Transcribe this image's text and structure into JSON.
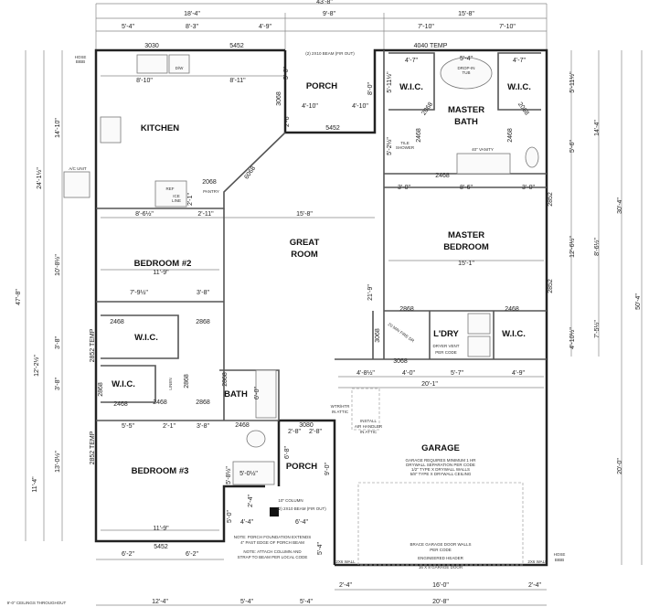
{
  "rooms": [
    "KITCHEN",
    "PORCH",
    "MASTER",
    "BATH",
    "GREAT",
    "ROOM",
    "MASTER",
    "BEDROOM",
    "BEDROOM #2",
    "W.I.C.",
    "W.I.C.",
    "W.I.C.",
    "W.I.C.",
    "BATH",
    "L'DRY",
    "W.I.C.",
    "BEDROOM #3",
    "PORCH",
    "GARAGE"
  ],
  "dimensions": [
    "43'-8\"",
    "18'-4\"",
    "9'-8\"",
    "15'-8\"",
    "5'-4\"",
    "8'-3\"",
    "4'-9\"",
    "7'-10\"",
    "7'-10\"",
    "8'-10\"",
    "8'-11\"",
    "5'-6\"",
    "4'-10\"",
    "4'-10\"",
    "8'-0\"",
    "2'-6\"",
    "4'-7\"",
    "5'-4\"",
    "4'-7\"",
    "5'-11½\"",
    "5'-2½\"",
    "3'-0\"",
    "8'-6\"",
    "3'-0\"",
    "8'-6½\"",
    "2'-11\"",
    "15'-8\"",
    "2'-1\"",
    "21'-9\"",
    "15'-1\"",
    "11'-9\"",
    "7'-9½\"",
    "3'-8\"",
    "4'-8½\"",
    "4'-0\"",
    "5'-7\"",
    "4'-9\"",
    "20'-1\"",
    "5'-5\"",
    "2'-1\"",
    "3'-8\"",
    "6'-0\"",
    "2'-8\"",
    "2'-8\"",
    "6'-8\"",
    "9'-0\"",
    "5'-8½\"",
    "5'-0½\"",
    "2'-4\"",
    "5'-0\"",
    "4'-4\"",
    "6'-4\"",
    "5'-4\"",
    "11'-9\"",
    "6'-2\"",
    "6'-2\"",
    "12'-4\"",
    "5'-4\"",
    "5'-4\"",
    "2'-4\"",
    "16'-0\"",
    "2'-4\"",
    "20'-8\"",
    "14'-10\"",
    "24'-1½\"",
    "47'-8\"",
    "10'-8½\"",
    "3'-8\"",
    "3'-8\"",
    "12'-2½\"",
    "13'-0½\"",
    "11'-4\"",
    "5'-11½\"",
    "14'-4\"",
    "5'-6\"",
    "30'-4\"",
    "12'-6½\"",
    "8'-6½\"",
    "4'-10½\"",
    "7'-5½\"",
    "50'-4\"",
    "20'-0\""
  ],
  "doors": [
    "3030",
    "5452",
    "4040 TEMP",
    "3068",
    "5452",
    "6068",
    "2068",
    "2068",
    "2068",
    "2468",
    "2468",
    "2468",
    "2852",
    "2852",
    "2852 TEMP",
    "2468",
    "2868",
    "2868",
    "2868",
    "2468",
    "3068",
    "3068",
    "2468",
    "2868",
    "2468",
    "2868",
    "2868",
    "2468",
    "3080",
    "5452",
    "2852 TEMP"
  ],
  "notes": [
    "HOSE",
    "BIBB",
    "A/C UNIT",
    "D/W",
    "REF",
    "ICE",
    "LINE",
    "PANTRY",
    "DROP-IN",
    "TUB",
    "TILE",
    "SHOWER",
    "40\" VANITY",
    "(2) 2X10 BEAM (FIR OUT)",
    "LINEN",
    "DRYER VENT",
    "PER CODE",
    "20 MIN FIRE DR",
    "WTR/HTR",
    "IN ATTIC",
    "INSTALL",
    "AIR HANDLER",
    "IN ATTIC",
    "GARAGE REQUIRES MINIMUM 1 HR",
    "DRYWALL SEPARATION PER CODE",
    "1/2\" TYPE X DRYWALL WALLS",
    "5/8\" TYPE X DRYWALL CEILING",
    "BRACE GARAGE DOOR WALLS",
    "PER CODE",
    "ENGINEERED HEADER",
    "16 X 8 GARAGE DOOR",
    "2X6 WALL",
    "2X6 WALL",
    "HOSE",
    "BIBB",
    "10\" COLUMN",
    "(2) 2X10 BEAM (FIR OUT)",
    "NOTE: PORCH FOUNDATION EXTENDS",
    "4\" PAST EDGE OF PORCH BEAM",
    "NOTE: ATTACH COLUMN AND",
    "STRAP TO BEAM PER LOCAL CODE",
    "9'-0\" CEILINGS THROUGHOUT"
  ],
  "colors": {
    "walls": "#222222",
    "dimension_lines": "#888888",
    "background": "#ffffff"
  }
}
